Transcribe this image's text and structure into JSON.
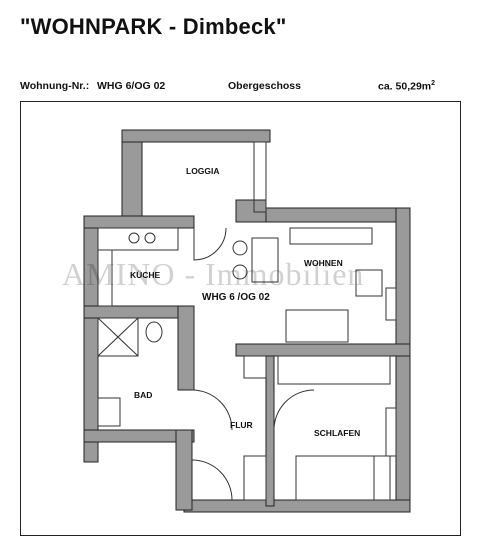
{
  "header": {
    "title": "\"WOHNPARK - Dimbeck\"",
    "unit_label": "Wohnung-Nr.:",
    "unit_value": "WHG 6/OG 02",
    "floor": "Obergeschoss",
    "area_prefix": "ca. 50,29m",
    "area_sup": "2"
  },
  "rooms": {
    "loggia": "LOGGIA",
    "kueche": "KÜCHE",
    "wohnen": "WOHNEN",
    "apartment": "WHG 6 /OG 02",
    "bad": "BAD",
    "flur": "FLUR",
    "schlafen": "SCHLAFEN"
  },
  "watermark": "AMINO - Immobilien"
}
